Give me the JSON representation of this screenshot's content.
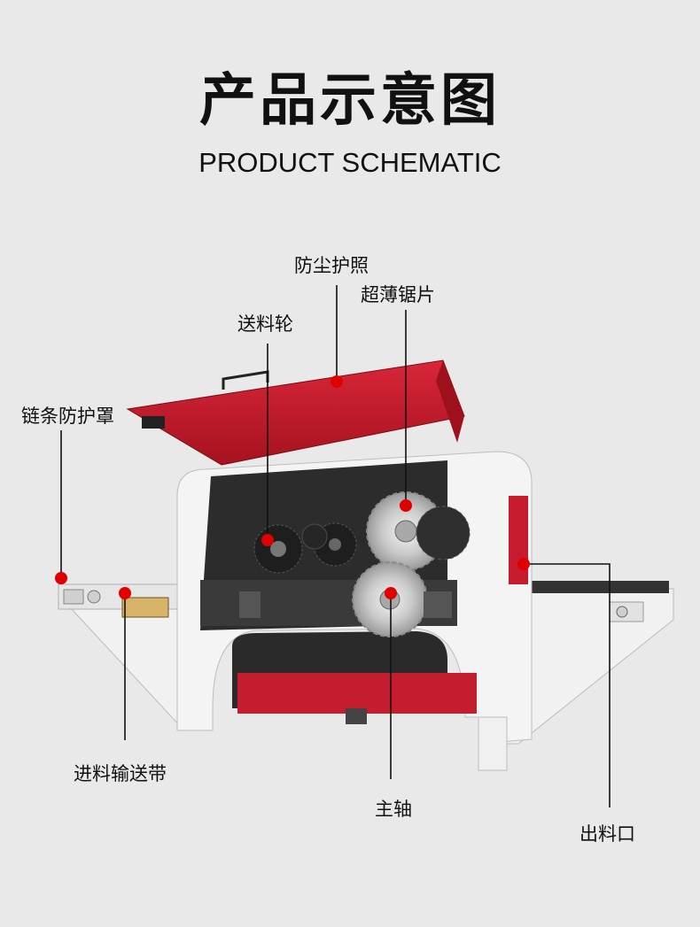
{
  "title": "产品示意图",
  "subtitle": "PRODUCT SCHEMATIC",
  "labels": {
    "dust_cover": "防尘护照",
    "thin_blade": "超薄锯片",
    "feed_wheel": "送料轮",
    "chain_guard": "链条防护罩",
    "infeed_conveyor": "进料输送带",
    "spindle": "主轴",
    "outlet": "出料口"
  },
  "colors": {
    "accent_red": "#e00000",
    "machine_red": "#c61b2f",
    "machine_white": "#f2f2f2",
    "background": "#e9e9ea"
  }
}
